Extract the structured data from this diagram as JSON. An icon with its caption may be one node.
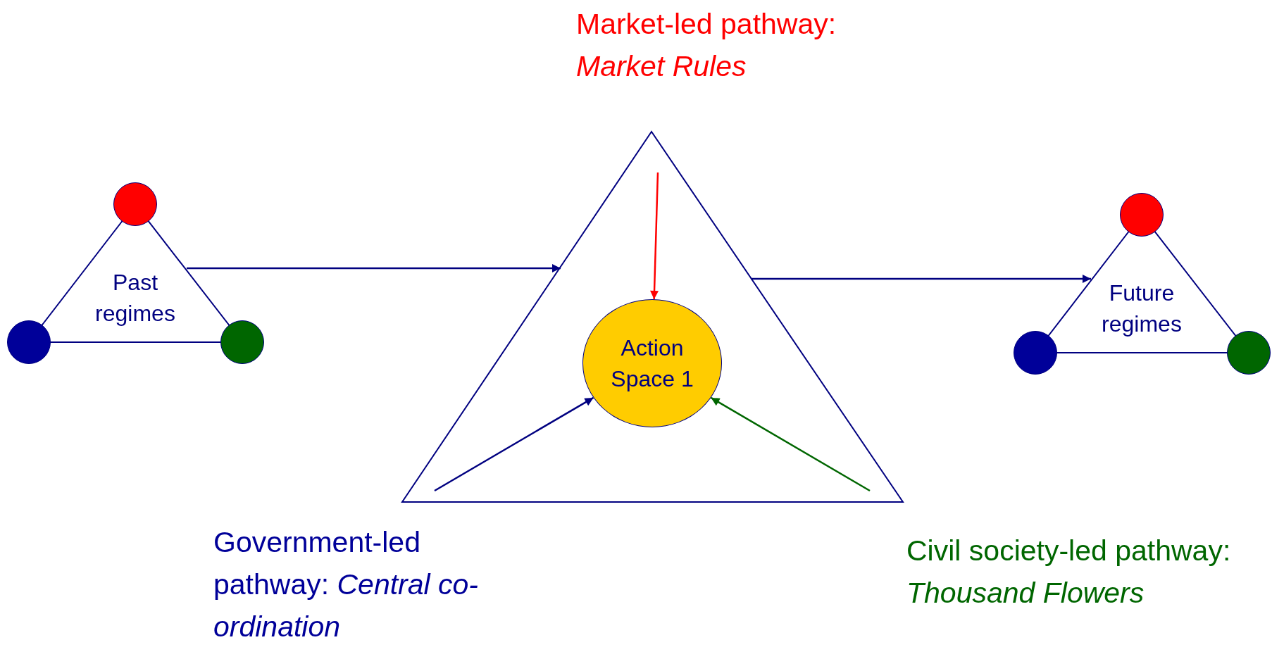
{
  "diagram": {
    "nodes": [
      {
        "text": [
          "Past regimes"
        ]
      },
      {
        "text": [],
        "shape": "circle"
      },
      {
        "text": [],
        "shape": "circle"
      },
      {
        "text": [],
        "shape": "circle"
      },
      {
        "text": [],
        "shape": "triangle"
      },
      {
        "text": [
          "Action Space 1"
        ],
        "in": 4
      },
      {
        "text": [
          "Future regimes"
        ]
      },
      {
        "text": [],
        "shape": "circle"
      },
      {
        "text": [],
        "shape": "circle"
      },
      {
        "text": [],
        "shape": "circle"
      }
    ],
    "edges": [
      {
        "from": 0,
        "to": 4,
        "arrow": "to"
      },
      {
        "from": null,
        "to": 5,
        "arrow": "to",
        "color": "#ff0000"
      },
      {
        "from": null,
        "to": 5,
        "arrow": "to"
      },
      {
        "from": null,
        "to": 5,
        "arrow": "to",
        "color": "#006600"
      },
      {
        "from": 4,
        "to": 6,
        "arrow": "to"
      }
    ],
    "labels": [
      "Market-led pathway: *Market Rules*",
      "Government-led pathway: *Central co-ordination*",
      "Civil society-led pathway: *Thousand Flowers*"
    ]
  }
}
